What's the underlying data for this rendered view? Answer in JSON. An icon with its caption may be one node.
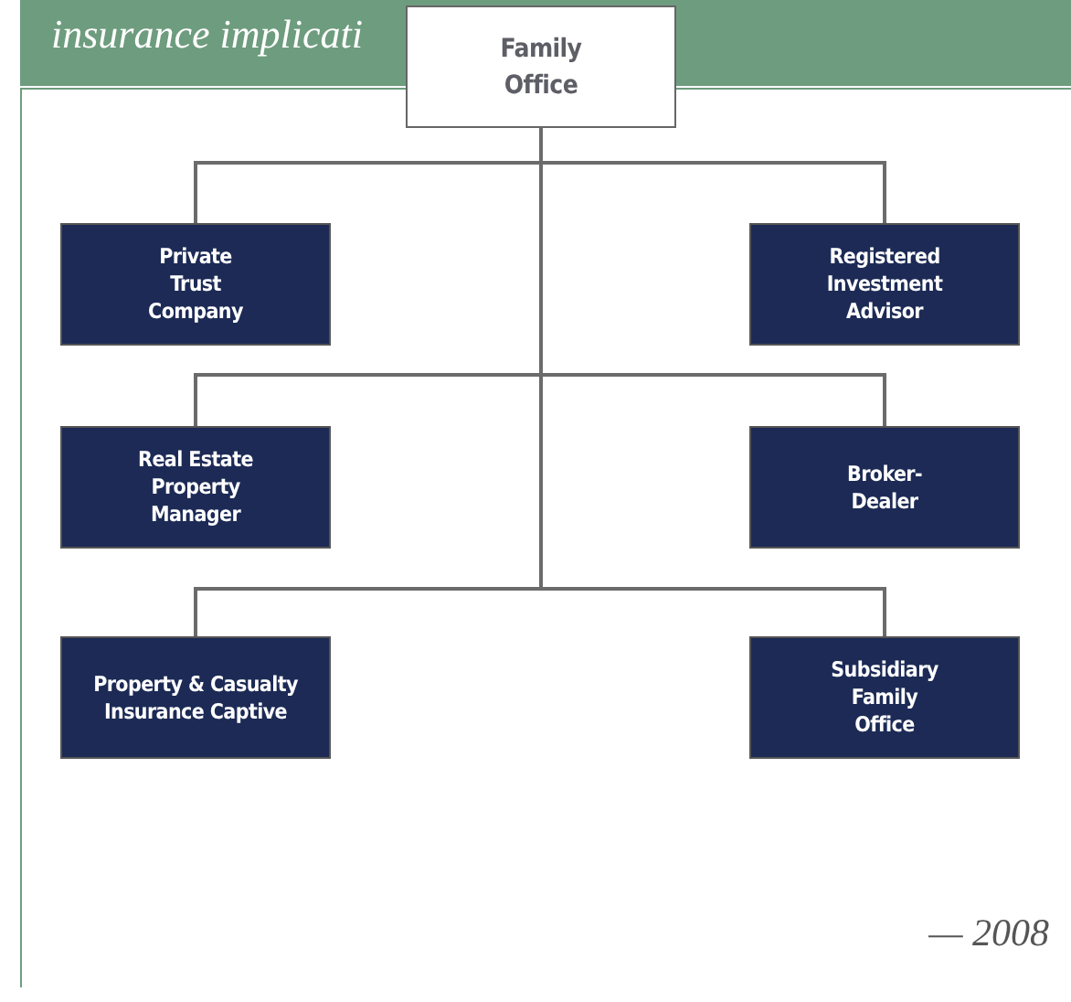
{
  "diagram": {
    "nodes": [
      {
        "text": [
          "Family Office"
        ]
      },
      {
        "text": [
          "Private Trust Company"
        ]
      },
      {
        "text": [
          "Registered Investment Advisor"
        ]
      },
      {
        "text": [
          "Real Estate Property Manager"
        ]
      },
      {
        "text": [
          "Broker-Dealer"
        ]
      },
      {
        "text": [
          "Property & Casualty Insurance Captive"
        ]
      },
      {
        "text": [
          "Subsidiary Family Office"
        ]
      }
    ],
    "edges": [
      {
        "from": 0,
        "to": 1,
        "arrow": "none"
      },
      {
        "from": 0,
        "to": 2,
        "arrow": "none"
      },
      {
        "from": 0,
        "to": 3,
        "arrow": "none"
      },
      {
        "from": 0,
        "to": 4,
        "arrow": "none"
      },
      {
        "from": 0,
        "to": 5,
        "arrow": "none"
      },
      {
        "from": 0,
        "to": 6,
        "arrow": "none"
      }
    ],
    "labels": [
      "insurance implicati",
      "— 2008"
    ]
  }
}
